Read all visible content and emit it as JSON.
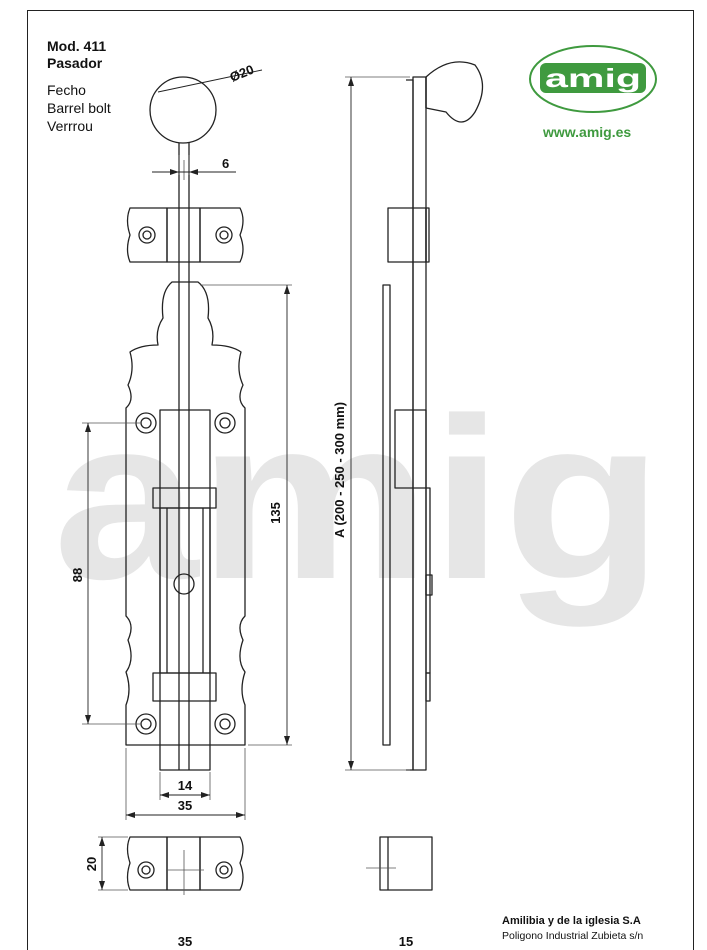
{
  "header": {
    "model": "Mod. 411",
    "name": "Pasador",
    "lang_es": "Fecho",
    "lang_en": "Barrel bolt",
    "lang_fr": "Verrrou"
  },
  "brand": {
    "logo_text": "amig",
    "watermark_text": "amig",
    "website": "www.amig.es",
    "color_green": "#3f9a3f",
    "color_watermark": "#e5e5e5"
  },
  "dimensions": {
    "knob_diameter": "Ø20",
    "rod_width": "6",
    "plate_height": "135",
    "hole_spacing": "88",
    "length_a": "A (200 - 250 - 300 mm)",
    "bolt_width": "14",
    "plate_width": "35",
    "keeper_height": "20",
    "keeper_width": "35",
    "keeper_depth": "15"
  },
  "footer": {
    "company": "Amilibia y de la iglesia S.A",
    "address": "Poligono Industrial Zubieta s/n"
  }
}
